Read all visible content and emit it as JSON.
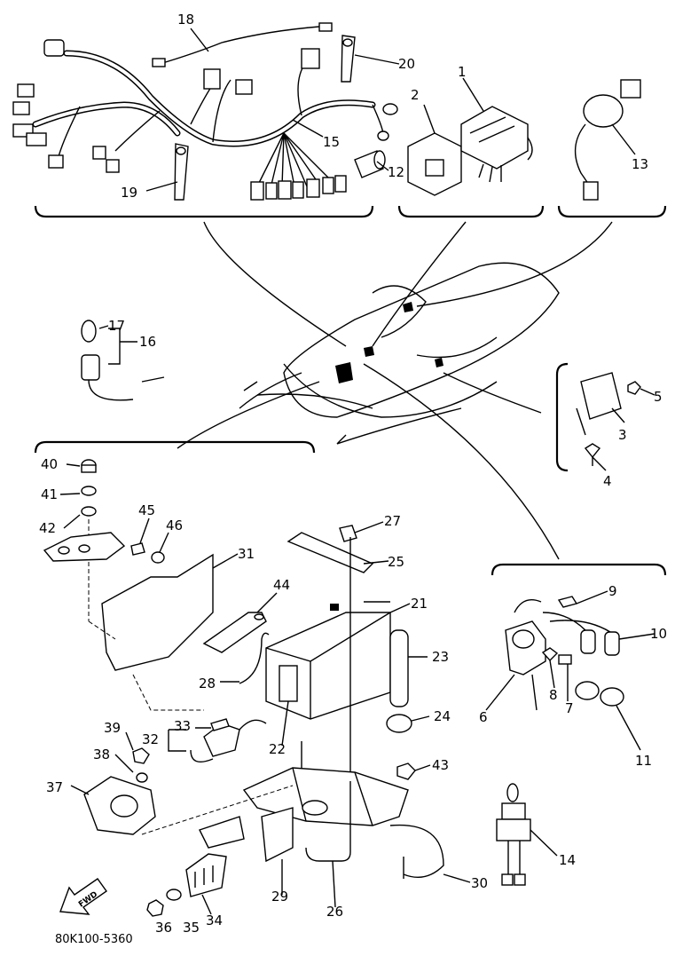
{
  "callouts": {
    "c1": "1",
    "c2": "2",
    "c3": "3",
    "c4": "4",
    "c5": "5",
    "c6": "6",
    "c7": "7",
    "c8": "8",
    "c9": "9",
    "c10": "10",
    "c11": "11",
    "c12": "12",
    "c13": "13",
    "c14": "14",
    "c15": "15",
    "c16": "16",
    "c17": "17",
    "c18": "18",
    "c19": "19",
    "c20": "20",
    "c21": "21",
    "c22": "22",
    "c23": "23",
    "c24": "24",
    "c25": "25",
    "c26": "26",
    "c27": "27",
    "c28": "28",
    "c29": "29",
    "c30": "30",
    "c31": "31",
    "c32": "32",
    "c33": "33",
    "c34": "34",
    "c35": "35",
    "c36": "36",
    "c37": "37",
    "c38": "38",
    "c39": "39",
    "c40": "40",
    "c41": "41",
    "c42": "42",
    "c43": "43",
    "c44": "44",
    "c45": "45",
    "c46": "46"
  },
  "fwd_label": "FWD",
  "drawing_code": "80K100-5360"
}
